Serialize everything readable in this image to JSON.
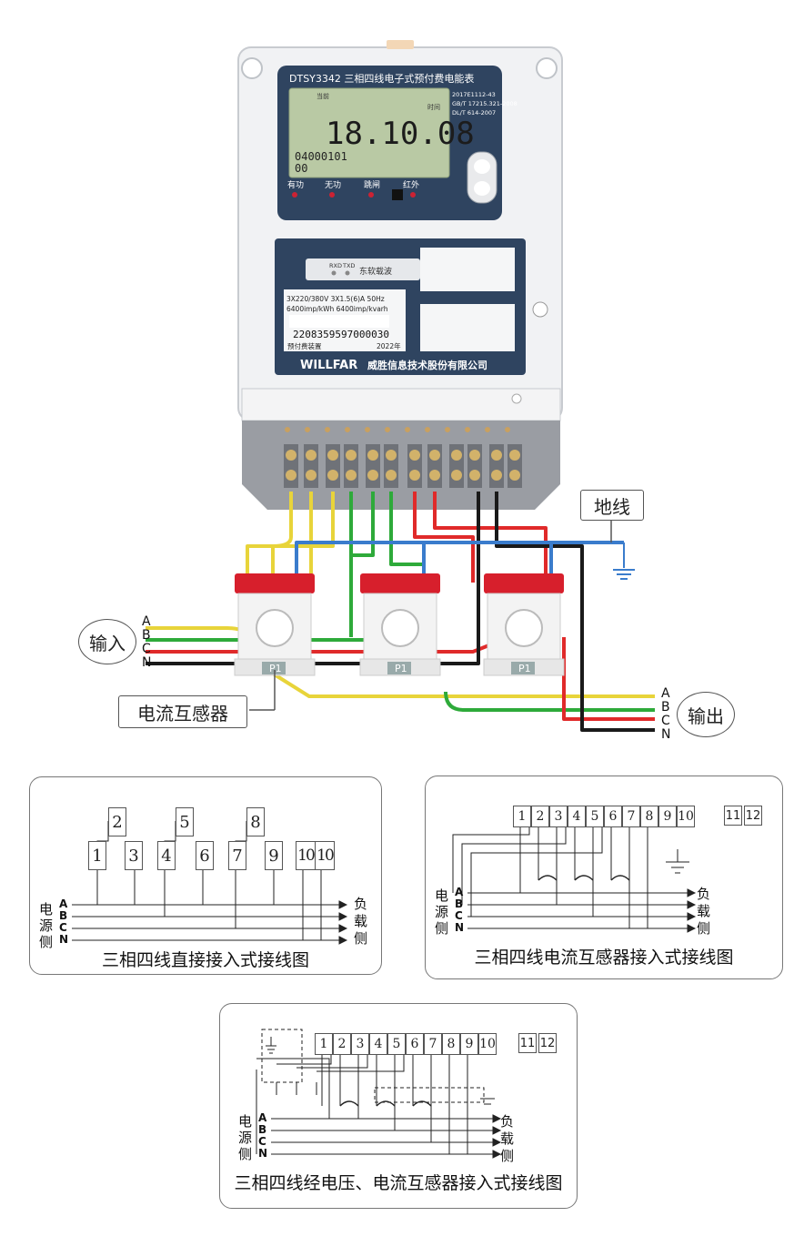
{
  "meter": {
    "model_title": "DTSY3342 三相四线电子式预付费电能表",
    "lcd_top_left": "当前",
    "lcd_main": "18.10.08",
    "lcd_right": "时间",
    "lcd_line1": "04000101",
    "lcd_line2": "00",
    "standards": [
      "2017E1112-43",
      "GB/T 17215.321-2008",
      "DL/T 614-2007"
    ],
    "indicators": [
      "有功",
      "无功",
      "跳闸",
      "红外"
    ],
    "rxd": "RXD",
    "txd": "TXD",
    "carrier": "东软载波",
    "spec_line1": "3X220/380V   3X1.5(6)A   50Hz",
    "spec_line2": "6400imp/kWh      6400imp/kvarh",
    "serial": "2208359597000030",
    "type_label": "预付费装置",
    "year": "2022年",
    "brand": "WILLFAR",
    "company": "威胜信息技术股份有限公司",
    "ct_label": "P1"
  },
  "labels": {
    "ground": "地线",
    "input": "输入",
    "output": "输出",
    "ct": "电流互感器",
    "phases": [
      "A",
      "B",
      "C",
      "N"
    ]
  },
  "panel1": {
    "caption": "三相四线直接接入式接线图",
    "side_left": [
      "电",
      "源",
      "侧"
    ],
    "side_right": [
      "负",
      "载",
      "侧"
    ],
    "phases": [
      "A",
      "B",
      "C",
      "N"
    ],
    "top_terminals": [
      "2",
      "5",
      "8"
    ],
    "terminals": [
      "1",
      "3",
      "4",
      "6",
      "7",
      "9",
      "10",
      "10"
    ]
  },
  "panel2": {
    "caption": "三相四线电流互感器接入式接线图",
    "side_left": [
      "电",
      "源",
      "侧"
    ],
    "side_right": [
      "负",
      "载",
      "侧"
    ],
    "phases": [
      "A",
      "B",
      "C",
      "N"
    ],
    "terminals": [
      "1",
      "2",
      "3",
      "4",
      "5",
      "6",
      "7",
      "8",
      "9",
      "10"
    ],
    "extra": [
      "11",
      "12"
    ]
  },
  "panel3": {
    "caption": "三相四线经电压、电流互感器接入式接线图",
    "side_left": [
      "电",
      "源",
      "侧"
    ],
    "side_right": [
      "负",
      "载",
      "侧"
    ],
    "phases": [
      "A",
      "B",
      "C",
      "N"
    ],
    "terminals": [
      "1",
      "2",
      "3",
      "4",
      "5",
      "6",
      "7",
      "8",
      "9",
      "10"
    ],
    "extra": [
      "11",
      "12"
    ]
  },
  "colors": {
    "phase_a": "#e8d43a",
    "phase_b": "#2eaa3a",
    "phase_c": "#e02a2a",
    "neutral": "#1a1a1a",
    "ground": "#3a7ccc",
    "meter_panel": "#2f4460",
    "lcd": "#b9c9a4",
    "ct_top": "#d71f2c"
  }
}
